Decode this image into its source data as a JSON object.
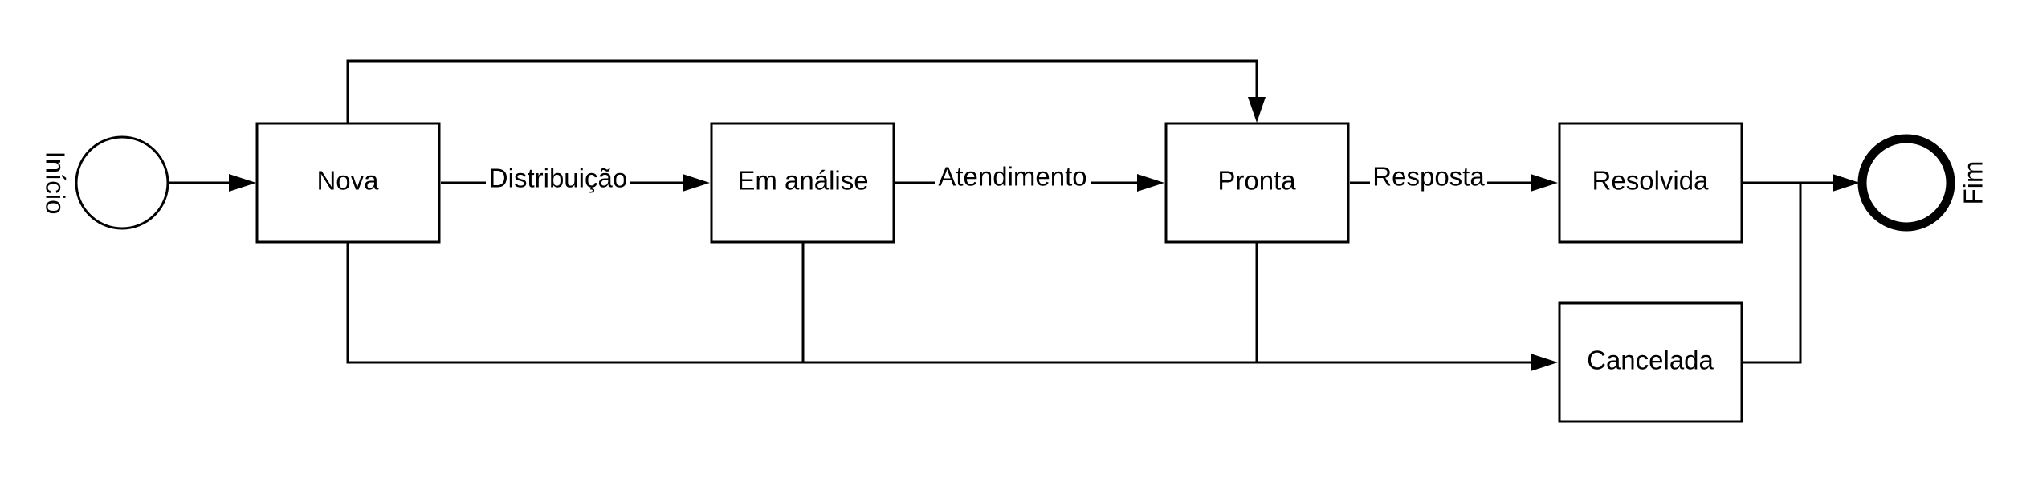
{
  "diagram": {
    "start_event": {
      "label": "Início"
    },
    "end_event": {
      "label": "Fim"
    },
    "states": {
      "nova": "Nova",
      "em_analise": "Em análise",
      "pronta": "Pronta",
      "resolvida": "Resolvida",
      "cancelada": "Cancelada"
    },
    "transitions": {
      "nova_to_em_analise": "Distribuição",
      "em_analise_to_pronta": "Atendimento",
      "pronta_to_resolvida": "Resposta"
    }
  },
  "colors": {
    "stroke": "#000000",
    "fill": "#ffffff"
  }
}
